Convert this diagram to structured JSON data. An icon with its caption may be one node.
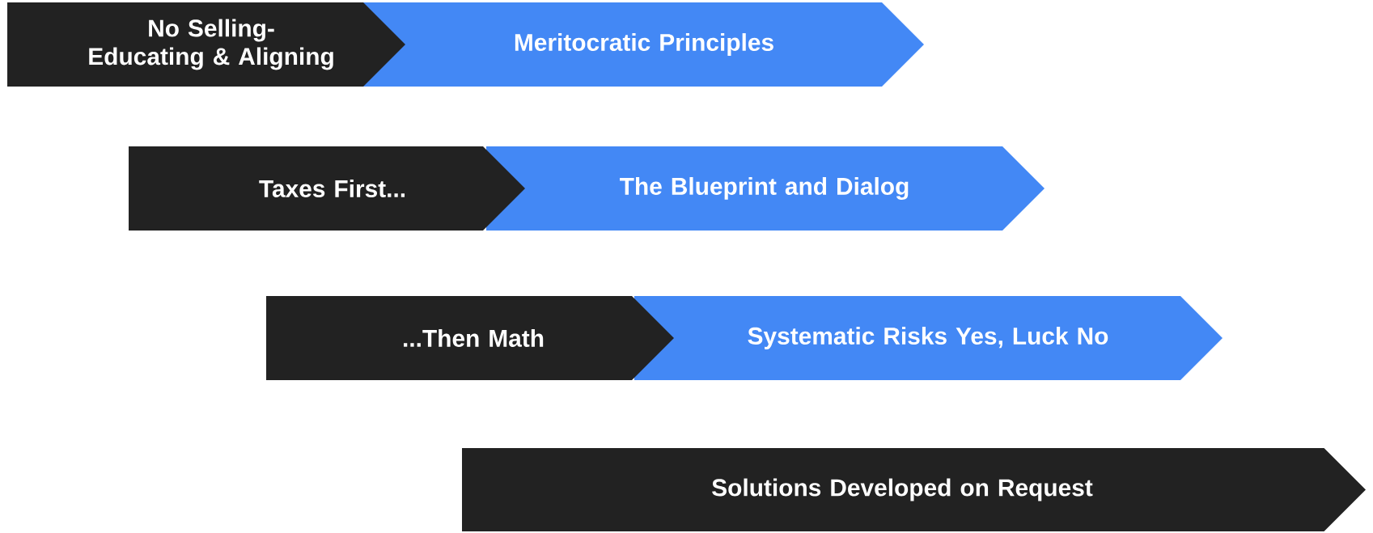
{
  "diagram": {
    "nodes": [
      {
        "text": [
          "No Selling-Educating & Aligning"
        ]
      },
      {
        "text": [
          "Meritocratic Principles"
        ]
      },
      {
        "text": [
          "Taxes First..."
        ]
      },
      {
        "text": [
          "The Blueprint and Dialog"
        ]
      },
      {
        "text": [
          "...Then Math"
        ]
      },
      {
        "text": [
          "Systematic Risks Yes, Luck No"
        ]
      },
      {
        "text": [
          "Solutions Developed on Request"
        ]
      }
    ]
  }
}
